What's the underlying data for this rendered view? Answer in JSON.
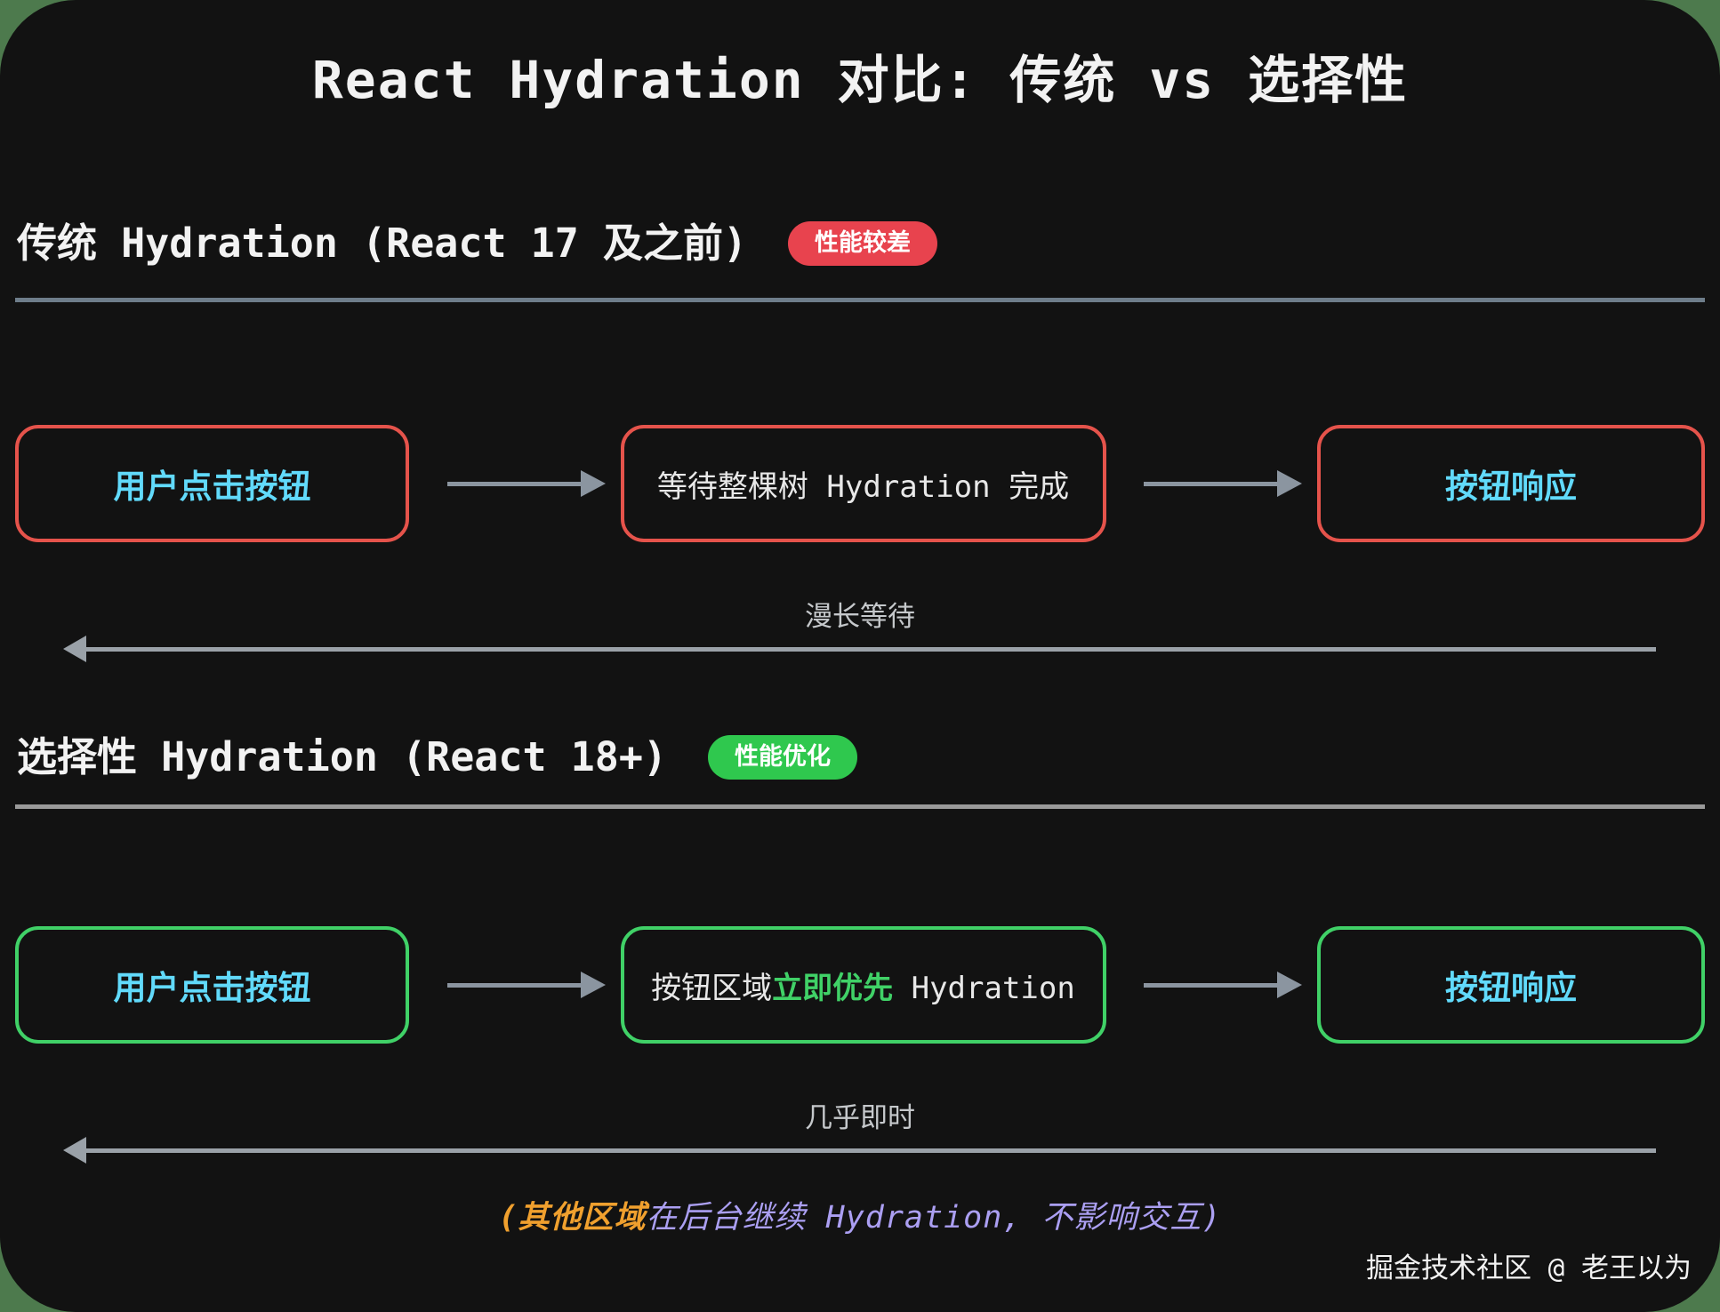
{
  "page": {
    "title": "React Hydration 对比: 传统 vs 选择性",
    "credit": "掘金技术社区 @ 老王以为"
  },
  "colors": {
    "bg_frame": "#4d7a4d",
    "bg_panel": "#121212",
    "blue_text": "#61dafb",
    "red_badge": "#e8434e",
    "red_border": "#e5534b",
    "green_badge": "#2fc84e",
    "green_border": "#40d167",
    "arrow_gray": "#8b95a0",
    "note_purple": "#ab9ff2",
    "note_orange": "#f0a02e"
  },
  "sections": [
    {
      "heading": "传统 Hydration (React 17 及之前)",
      "badge": "性能较差",
      "box_left": "用户点击按钮",
      "box_middle": "等待整棵树 Hydration 完成",
      "box_right": "按钮响应",
      "return_label": "漫长等待"
    },
    {
      "heading": "选择性 Hydration (React 18+)",
      "badge": "性能优化",
      "box_left": "用户点击按钮",
      "box_middle_prefix": "按钮区域",
      "box_middle_highlight": "立即优先",
      "box_middle_suffix": " Hydration",
      "box_right": "按钮响应",
      "return_label": "几乎即时",
      "note_highlight": "(其他区域",
      "note_rest": "在后台继续 Hydration, 不影响交互)"
    }
  ]
}
